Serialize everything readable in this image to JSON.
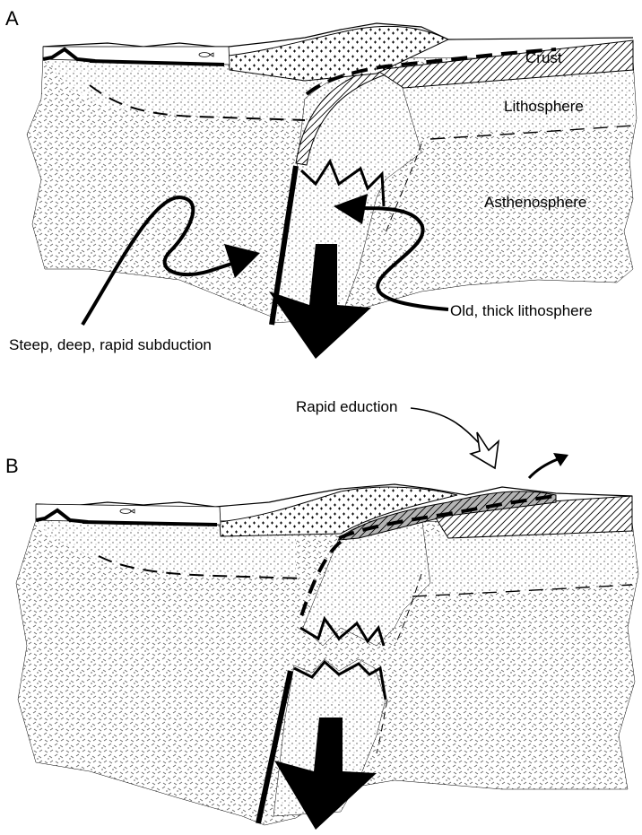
{
  "panels": [
    {
      "letter": "A",
      "labels": {
        "crust": "Crust",
        "lithosphere": "Lithosphere",
        "asthenosphere": "Asthenosphere",
        "steep_subduction": "Steep, deep, rapid subduction",
        "old_lithosphere": "Old, thick lithosphere"
      }
    },
    {
      "letter": "B",
      "labels": {
        "rapid_eduction": "Rapid eduction"
      }
    }
  ],
  "colors": {
    "ink": "#000000",
    "paper": "#ffffff",
    "eduction_fill": "#b4b4b4"
  }
}
